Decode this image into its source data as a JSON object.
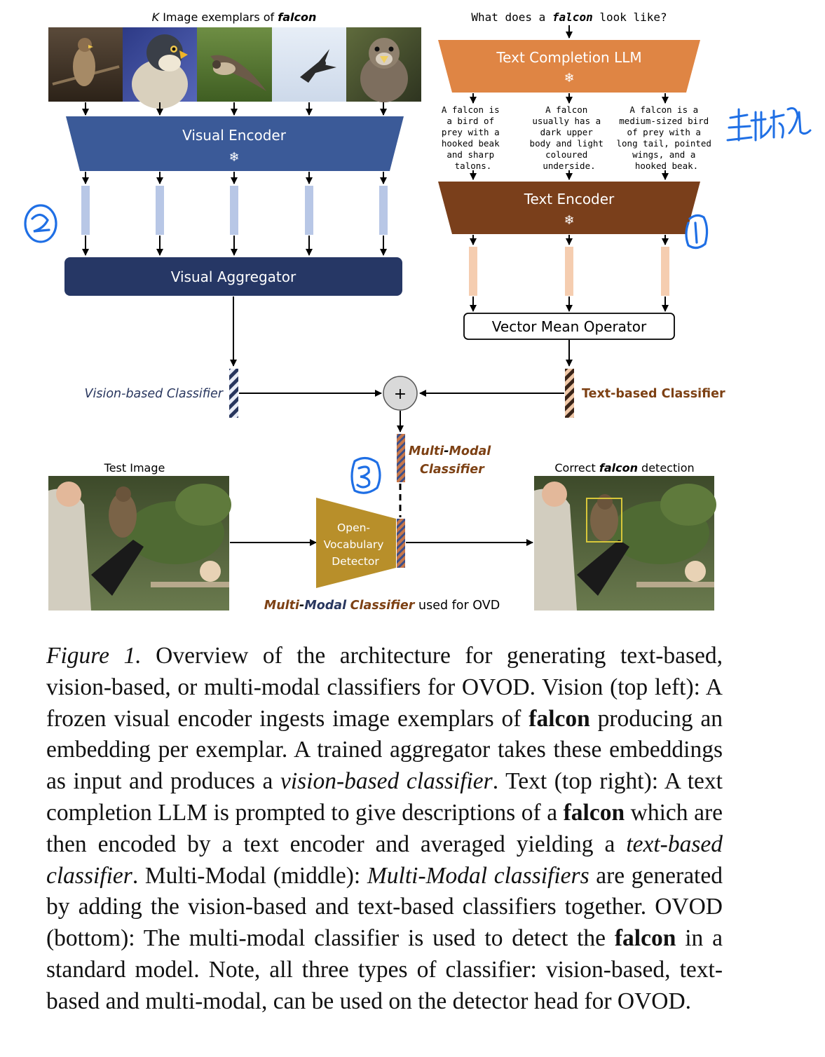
{
  "figure": {
    "exemplars_title": {
      "k": "K",
      "mid": " Image exemplars of ",
      "obj": "falcon"
    },
    "llm_prompt": {
      "pre": "What does a ",
      "obj": "falcon",
      "post": " look like?"
    },
    "visual_encoder": "Visual Encoder",
    "visual_aggregator": "Visual Aggregator",
    "text_completion_llm": "Text Completion LLM",
    "text_encoder": "Text Encoder",
    "vector_mean_operator": "Vector Mean Operator",
    "frozen_symbol": "❄",
    "descriptions": [
      [
        "A falcon is",
        "a bird of",
        "prey with a",
        "hooked beak",
        "and sharp",
        "talons."
      ],
      [
        "A falcon",
        "usually has a",
        "dark upper",
        "body and light",
        "coloured",
        "underside."
      ],
      [
        "A falcon is a",
        "medium-sized bird",
        "of prey with a",
        "long tail, pointed",
        "wings, and a",
        "hooked beak."
      ]
    ],
    "vision_classifier_label": "Vision-based Classifier",
    "text_classifier_label": "Text-based Classifier",
    "plus_symbol": "+",
    "mm_classifier_label": {
      "multi": "Multi",
      "dash": "-",
      "modal": "Modal",
      "classifier": "Classifier"
    },
    "test_image_label": "Test Image",
    "detector_label": [
      "Open-",
      "Vocabulary",
      "Detector"
    ],
    "detection_label": {
      "pre": "Correct ",
      "obj": "falcon",
      "post": " detection"
    },
    "ovd_label": {
      "multi": "Multi",
      "dash": "-",
      "modal": "Modal",
      "classifier": "Classifier",
      "post": " used for OVD"
    },
    "annotations": {
      "circle_1": "1",
      "circle_2": "2",
      "circle_3": "3",
      "handwritten_note": "生成知识"
    },
    "colors": {
      "visual_encoder": "#3b5a98",
      "visual_aggregator": "#263765",
      "llm": "#df8544",
      "text_encoder": "#7a3f1b",
      "detector": "#b88f2a",
      "vision_label": "#28365e",
      "text_label": "#7d4114",
      "annotation": "#1f6fe5"
    }
  },
  "caption": {
    "figure_label": "Figure 1.",
    "s1": " Overview of the architecture for generating text-based, vision-based, or multi-modal classifiers for OVOD. Vision (top left): A frozen visual encoder ingests image exemplars of ",
    "falcon_1": "falcon",
    "s2": " producing an embedding per exemplar. A trained aggregator takes these embeddings as input and produces a ",
    "vision_term": "vision-based classifier",
    "s3": ". Text (top right): A text completion LLM is prompted to give descriptions of a ",
    "falcon_2": "falcon",
    "s4": " which are then encoded by a text encoder and averaged yielding a ",
    "text_term": "text-based classifier",
    "s5": ". Multi-Modal (middle): ",
    "mm_term": "Multi-Modal classifiers",
    "s6": " are generated by adding the vision-based and text-based classifiers together. OVOD (bottom): The multi-modal classifier is used to detect the ",
    "falcon_3": "falcon",
    "s7": " in a standard model. Note, all three types of classifier: vision-based, text-based and multi-modal, can be used on the detector head for OVOD."
  }
}
